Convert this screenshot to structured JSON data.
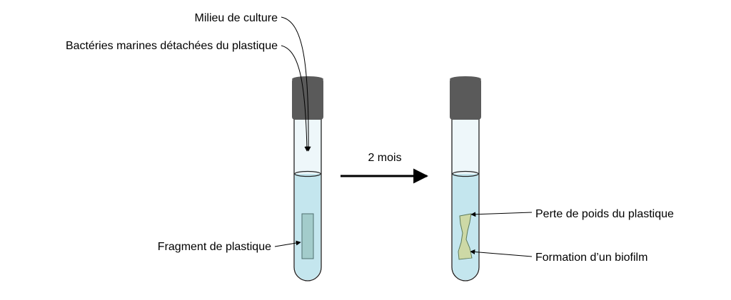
{
  "labels": {
    "culture_medium": "Milieu de culture",
    "detached_bacteria": "Bactéries marines détachées du plastique",
    "plastic_fragment": "Fragment de plastique",
    "duration": "2 mois",
    "weight_loss": "Perte de poids du plastique",
    "biofilm_formation": "Formation d’un biofilm"
  },
  "colors": {
    "cap": "#5a5a5a",
    "tube_glass": "#eef7fa",
    "liquid": "#c4e6ee",
    "liquid_surface": "#9fd2de",
    "fragment": "#a3cccb",
    "biofilm": "#cdd9a6",
    "outline": "#222222",
    "arrow": "#000000"
  }
}
